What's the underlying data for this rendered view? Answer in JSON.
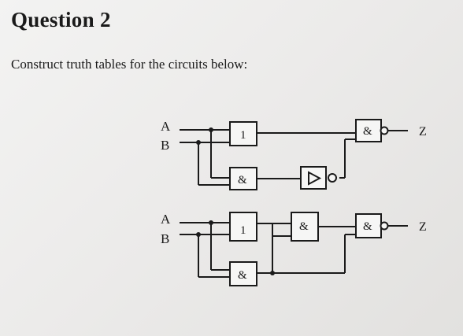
{
  "document": {
    "heading": "Question 2",
    "instruction": "Construct truth tables for the circuits below:"
  },
  "circuit1": {
    "input_a": "A",
    "input_b": "B",
    "or_gate": "1",
    "and_gate": "&",
    "nand_gate": "&",
    "output": "Z"
  },
  "circuit2": {
    "input_a": "A",
    "input_b": "B",
    "or_gate": "1",
    "and_gate_lower": "&",
    "and_gate_middle": "&",
    "nand_gate": "&",
    "output": "Z"
  }
}
